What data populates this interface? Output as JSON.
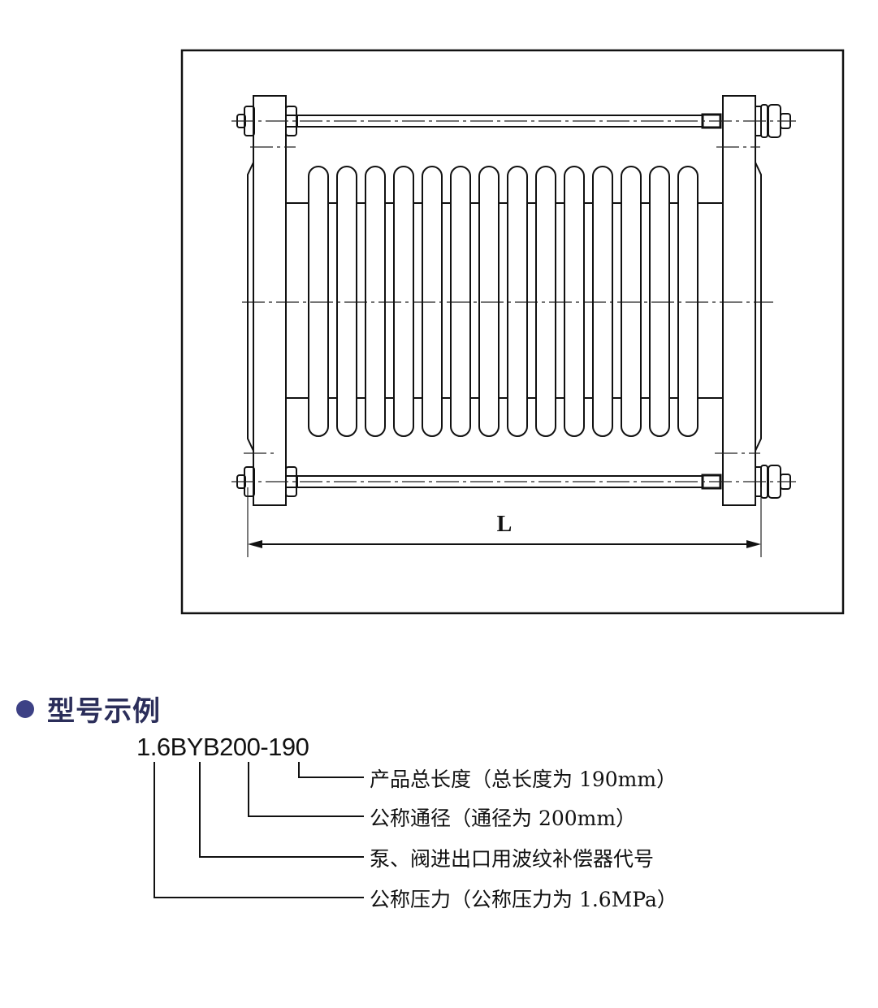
{
  "drawing": {
    "dimension_label": "L",
    "convolution_count": 14
  },
  "section": {
    "heading": "型号示例",
    "bullet_color": "#3d4185"
  },
  "model_example": {
    "code": "1.6BYB200-190",
    "annotations": [
      "产品总长度（总长度为 190mm）",
      "公称通径（通径为 200mm）",
      "泵、阀进出口用波纹补偿器代号",
      "公称压力（公称压力为 1.6MPa）"
    ]
  }
}
